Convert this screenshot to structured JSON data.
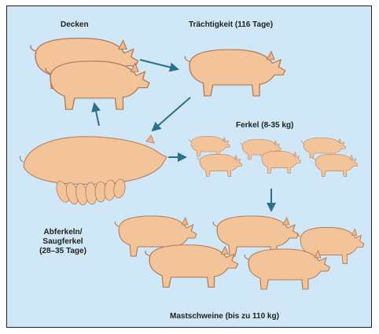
{
  "stages": {
    "mating": "Decken",
    "gestation": "Trächtigkeit (116 Tage)",
    "piglets": "Ferkel (8-35 kg)",
    "farrowing_line1": "Abferkeln/",
    "farrowing_line2": "Saugferkel",
    "farrowing_line3": "(28–35 Tage)",
    "fattening": "Mastschweine (bis zu 110 kg)"
  },
  "colors": {
    "background": "#cfe7f6",
    "pig_fill": "#f3c49a",
    "pig_stroke": "#b27a55",
    "arrow": "#2b6f8f",
    "text": "#222222"
  }
}
